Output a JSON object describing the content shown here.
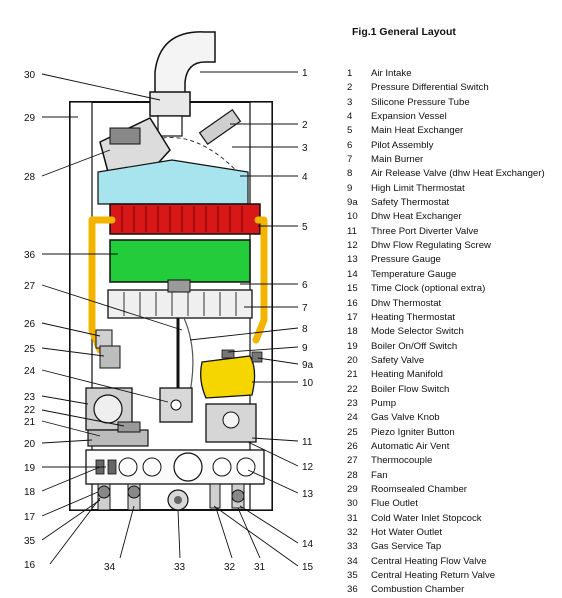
{
  "figure": {
    "title": "Fig.1 General Layout"
  },
  "legend": [
    {
      "num": "1",
      "label": "Air Intake"
    },
    {
      "num": "2",
      "label": "Pressure Differential Switch"
    },
    {
      "num": "3",
      "label": "Silicone Pressure Tube"
    },
    {
      "num": "4",
      "label": "Expansion Vessel"
    },
    {
      "num": "5",
      "label": "Main Heat Exchanger"
    },
    {
      "num": "6",
      "label": "Pilot Assembly"
    },
    {
      "num": "7",
      "label": "Main Burner"
    },
    {
      "num": "8",
      "label": "Air Release Valve (dhw Heat Exchanger)"
    },
    {
      "num": "9",
      "label": "High Limit Thermostat"
    },
    {
      "num": "9a",
      "label": "Safety Thermostat"
    },
    {
      "num": "10",
      "label": "Dhw Heat Exchanger"
    },
    {
      "num": "11",
      "label": "Three Port Diverter Valve"
    },
    {
      "num": "12",
      "label": "Dhw Flow Regulating Screw"
    },
    {
      "num": "13",
      "label": "Pressure Gauge"
    },
    {
      "num": "14",
      "label": "Temperature Gauge"
    },
    {
      "num": "15",
      "label": "Time Clock (optional extra)"
    },
    {
      "num": "16",
      "label": "Dhw Thermostat"
    },
    {
      "num": "17",
      "label": "Heating Thermostat"
    },
    {
      "num": "18",
      "label": "Mode Selector Switch"
    },
    {
      "num": "19",
      "label": "Boiler On/Off Switch"
    },
    {
      "num": "20",
      "label": "Safety Valve"
    },
    {
      "num": "21",
      "label": "Heating Manifold"
    },
    {
      "num": "22",
      "label": "Boiler Flow Switch"
    },
    {
      "num": "23",
      "label": "Pump"
    },
    {
      "num": "24",
      "label": "Gas Valve Knob"
    },
    {
      "num": "25",
      "label": "Piezo Igniter Button"
    },
    {
      "num": "26",
      "label": "Automatic Air Vent"
    },
    {
      "num": "27",
      "label": "Thermocouple"
    },
    {
      "num": "28",
      "label": "Fan"
    },
    {
      "num": "29",
      "label": "Roomsealed Chamber"
    },
    {
      "num": "30",
      "label": "Flue Outlet"
    },
    {
      "num": "31",
      "label": "Cold Water Inlet Stopcock"
    },
    {
      "num": "32",
      "label": "Hot Water Outlet"
    },
    {
      "num": "33",
      "label": "Gas Service Tap"
    },
    {
      "num": "34",
      "label": "Central Heating Flow Valve"
    },
    {
      "num": "35",
      "label": "Central Heating Return Valve"
    },
    {
      "num": "36",
      "label": "Combustion Chamber"
    }
  ],
  "callouts": {
    "c1": "1",
    "c2": "2",
    "c3": "3",
    "c4": "4",
    "c5": "5",
    "c6": "6",
    "c7": "7",
    "c8": "8",
    "c9": "9",
    "c9a": "9a",
    "c10": "10",
    "c11": "11",
    "c12": "12",
    "c13": "13",
    "c14": "14",
    "c15": "15",
    "c16": "16",
    "c17": "17",
    "c18": "18",
    "c19": "19",
    "c20": "20",
    "c21": "21",
    "c22": "22",
    "c23": "23",
    "c24": "24",
    "c25": "25",
    "c26": "26",
    "c27": "27",
    "c28": "28",
    "c29": "29",
    "c30": "30",
    "c31": "31",
    "c32": "32",
    "c33": "33",
    "c34": "34",
    "c35": "35",
    "c36": "36"
  },
  "colors": {
    "expansion_vessel": "#a8e4ee",
    "heat_exchanger": "#d81818",
    "combustion_chamber": "#22cc3a",
    "pipework": "#f2b400",
    "dhw_heat_exchanger": "#f5d600",
    "outline": "#111111"
  }
}
